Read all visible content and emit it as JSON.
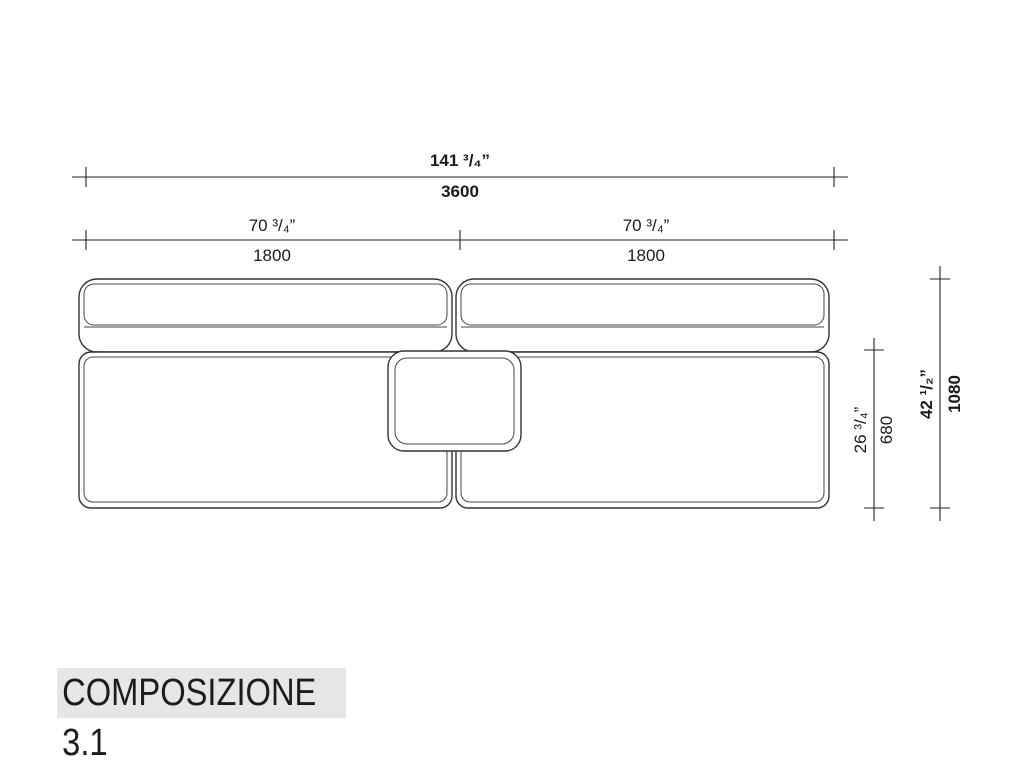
{
  "caption": "COMPOSIZIONE 3.1",
  "dimensions": {
    "total_width": {
      "inches": "141 ³/₄”",
      "mm": "3600"
    },
    "left_module": {
      "inches": "70 ³/₄”",
      "mm": "1800"
    },
    "right_module": {
      "inches": "70 ³/₄”",
      "mm": "1800"
    },
    "seat_depth": {
      "inches": "26 ³/₄”",
      "mm": "680"
    },
    "total_depth": {
      "inches": "42 ¹/₂”",
      "mm": "1080"
    }
  }
}
